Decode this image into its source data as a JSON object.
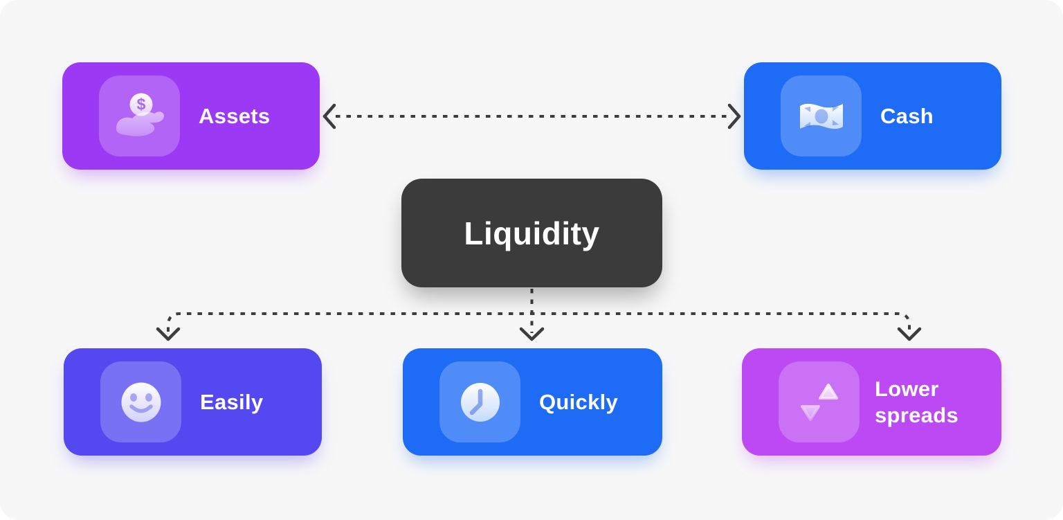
{
  "diagram": {
    "background_color": "#F7F7F8",
    "arrow_color": "#3D3D3D",
    "center_node": {
      "label": "Liquidity",
      "bg": "#3B3B3B",
      "text_color": "#FFFFFF"
    },
    "top_nodes": [
      {
        "id": "assets",
        "label": "Assets",
        "icon": "hand-coin-icon",
        "bg": "#9B39F4"
      },
      {
        "id": "cash",
        "label": "Cash",
        "icon": "banknote-icon",
        "bg": "#1E6CF5"
      }
    ],
    "bottom_nodes": [
      {
        "id": "easily",
        "label": "Easily",
        "icon": "smiley-face-icon",
        "bg": "#5449F0"
      },
      {
        "id": "quickly",
        "label": "Quickly",
        "icon": "clock-icon",
        "bg": "#1E6CF5"
      },
      {
        "id": "lower-spreads",
        "label": "Lower spreads",
        "icon": "up-down-arrows-icon",
        "bg": "#BC49F3"
      }
    ],
    "connectors": [
      {
        "id": "assets-cash",
        "type": "double-headed-arrow",
        "style": "dashed",
        "from": "Assets",
        "to": "Cash"
      },
      {
        "id": "liquidity-branch",
        "type": "branching-arrows",
        "style": "dashed",
        "from": "Liquidity",
        "to": [
          "Easily",
          "Quickly",
          "Lower spreads"
        ]
      }
    ]
  }
}
